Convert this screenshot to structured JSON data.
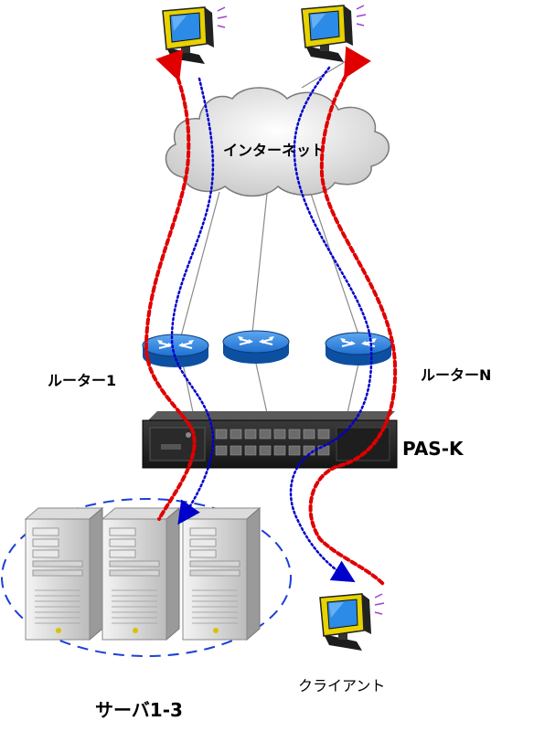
{
  "labels": {
    "internet": "インターネット",
    "router_1": "ルーター1",
    "router_n": "ルーターN",
    "pas_k": "PAS-K",
    "servers": "サーバ1-3",
    "client": "クライアント"
  },
  "icons": {
    "pc": "desktop-computer-icon",
    "router": "router-icon",
    "server": "tower-server-icon",
    "appliance": "rack-appliance-icon",
    "cloud": "cloud-icon"
  },
  "colors": {
    "path_red": "#e00000",
    "path_blue": "#0000cc",
    "server_group_border": "#1a3fd6",
    "router_fill": "#1e6fd0",
    "monitor_screen": "#2b8be6",
    "monitor_body": "#e8d200"
  }
}
